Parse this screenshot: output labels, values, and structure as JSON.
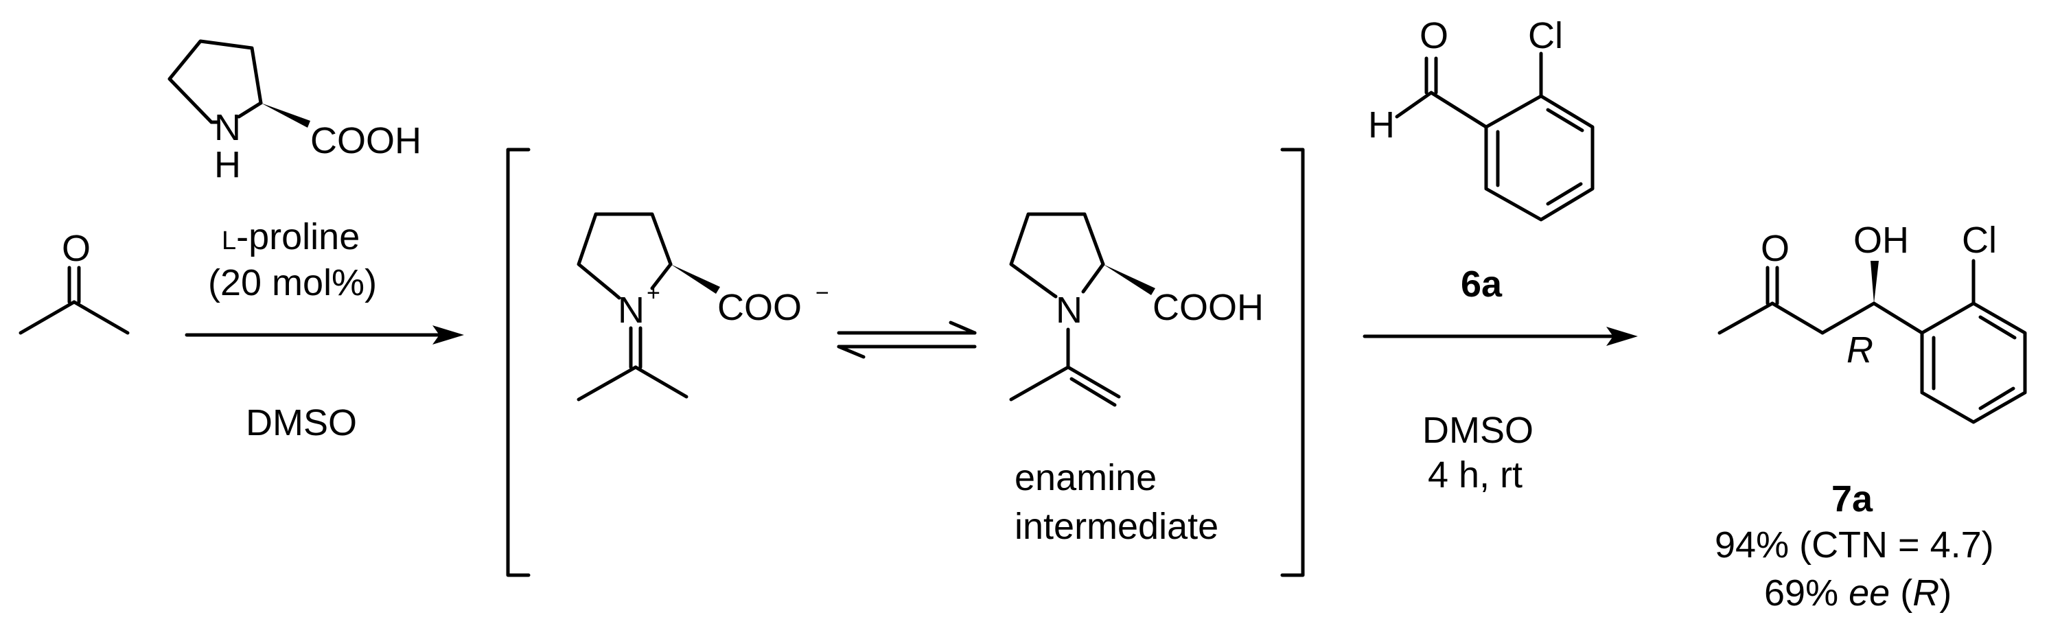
{
  "acetone": {
    "o": "O"
  },
  "proline": {
    "n": "N",
    "h": "H",
    "cooh": "COOH",
    "name_prefix": "L",
    "name_rest": "-proline",
    "amount": "(20 mol%)"
  },
  "step1": {
    "solvent": "DMSO"
  },
  "iminium": {
    "n": "N",
    "plus": "+",
    "coo": "COO",
    "minus": "−"
  },
  "enamine": {
    "n": "N",
    "cooh": "COOH",
    "caption_line1": "enamine",
    "caption_line2": "intermediate"
  },
  "aldehyde": {
    "o": "O",
    "h": "H",
    "cl": "Cl",
    "label": "6a"
  },
  "step2": {
    "solvent": "DMSO",
    "conditions": "4 h, rt"
  },
  "product": {
    "o": "O",
    "oh": "OH",
    "cl": "Cl",
    "stereo": "R",
    "label": "7a",
    "yield": "94% (CTN = 4.7)",
    "ee_value": "69%",
    "ee_word": "ee",
    "ee_open": "(",
    "ee_config": "R",
    "ee_close": ")"
  }
}
